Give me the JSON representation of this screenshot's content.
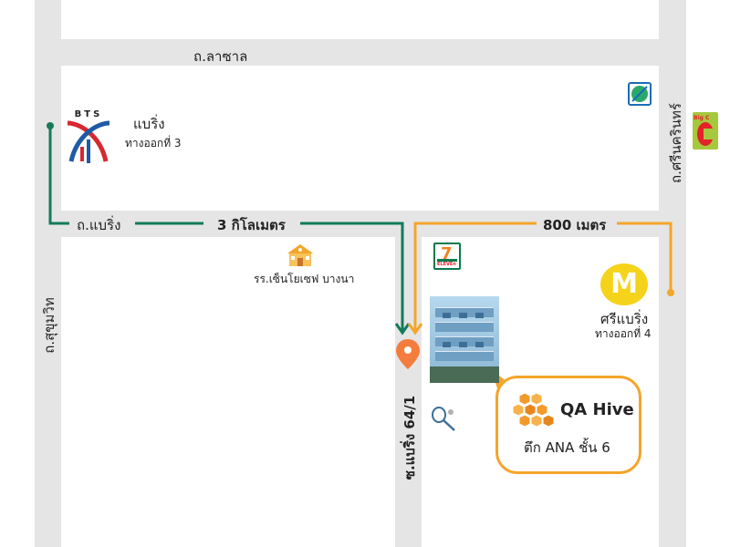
{
  "roads": {
    "top": "ถ.ลาซาล",
    "middle_left": "ถ.แบริ่ง",
    "left": "ถ.สุขุมวิท",
    "right": "ถ.ศรีนครินทร์",
    "soi": "ซ.แบริ่ง 64/1"
  },
  "routes": {
    "green_distance": "3 กิโลเมตร",
    "orange_distance": "800 เมตร",
    "green_color": "#137a5a",
    "orange_color": "#f4a52b"
  },
  "stations": {
    "bts": {
      "logo_text": "BTS",
      "name": "แบริ่ง",
      "exit": "ทางออกที่ 3"
    },
    "mrt": {
      "name": "ศรีแบริ่ง",
      "exit": "ทางออกที่ 4"
    }
  },
  "landmarks": {
    "school": "รร.เซ็นโยเซฟ บางนา",
    "seven_eleven": "ELEVEn",
    "bigc": "Big C"
  },
  "destination": {
    "name": "QA Hive",
    "detail": "ตึก ANA ชั้น 6"
  },
  "icons": [
    "bts-logo-icon",
    "mrt-logo-icon",
    "bangchak-logo-icon",
    "bigc-logo-icon",
    "seven-eleven-logo-icon",
    "school-icon",
    "location-pin-icon",
    "badminton-icon",
    "honeycomb-logo-icon"
  ]
}
